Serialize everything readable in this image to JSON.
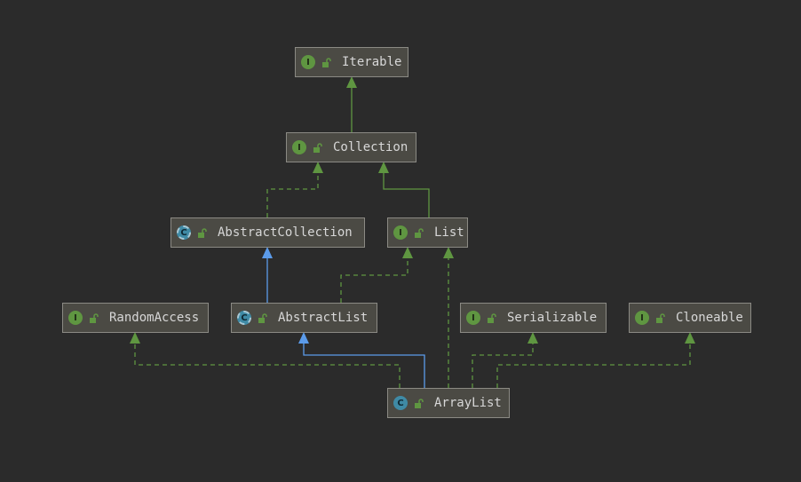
{
  "diagram": {
    "nodes": [
      {
        "id": "iterable",
        "label": "Iterable",
        "kind": "interface",
        "badge": "I"
      },
      {
        "id": "collection",
        "label": "Collection",
        "kind": "interface",
        "badge": "I"
      },
      {
        "id": "abstract-collection",
        "label": "AbstractCollection",
        "kind": "abstract",
        "badge": "C"
      },
      {
        "id": "list",
        "label": "List",
        "kind": "interface",
        "badge": "I"
      },
      {
        "id": "random-access",
        "label": "RandomAccess",
        "kind": "interface",
        "badge": "I"
      },
      {
        "id": "abstract-list",
        "label": "AbstractList",
        "kind": "abstract",
        "badge": "C"
      },
      {
        "id": "serializable",
        "label": "Serializable",
        "kind": "interface",
        "badge": "I"
      },
      {
        "id": "cloneable",
        "label": "Cloneable",
        "kind": "interface",
        "badge": "I"
      },
      {
        "id": "array-list",
        "label": "ArrayList",
        "kind": "class",
        "badge": "C"
      }
    ],
    "edges": [
      {
        "from": "collection",
        "to": "iterable",
        "relation": "extends"
      },
      {
        "from": "abstract-collection",
        "to": "collection",
        "relation": "implements"
      },
      {
        "from": "list",
        "to": "collection",
        "relation": "extends"
      },
      {
        "from": "abstract-list",
        "to": "abstract-collection",
        "relation": "extends-class"
      },
      {
        "from": "abstract-list",
        "to": "list",
        "relation": "implements"
      },
      {
        "from": "array-list",
        "to": "abstract-list",
        "relation": "extends-class"
      },
      {
        "from": "array-list",
        "to": "list",
        "relation": "implements"
      },
      {
        "from": "array-list",
        "to": "random-access",
        "relation": "implements"
      },
      {
        "from": "array-list",
        "to": "serializable",
        "relation": "implements"
      },
      {
        "from": "array-list",
        "to": "cloneable",
        "relation": "implements"
      }
    ],
    "colors": {
      "background": "#2b2b2b",
      "interface_edge": "#5f9641",
      "class_edge": "#5b9bea",
      "node_fill": "#4b4a44",
      "node_border": "#8b8a84",
      "label": "#d7d7d7"
    }
  }
}
